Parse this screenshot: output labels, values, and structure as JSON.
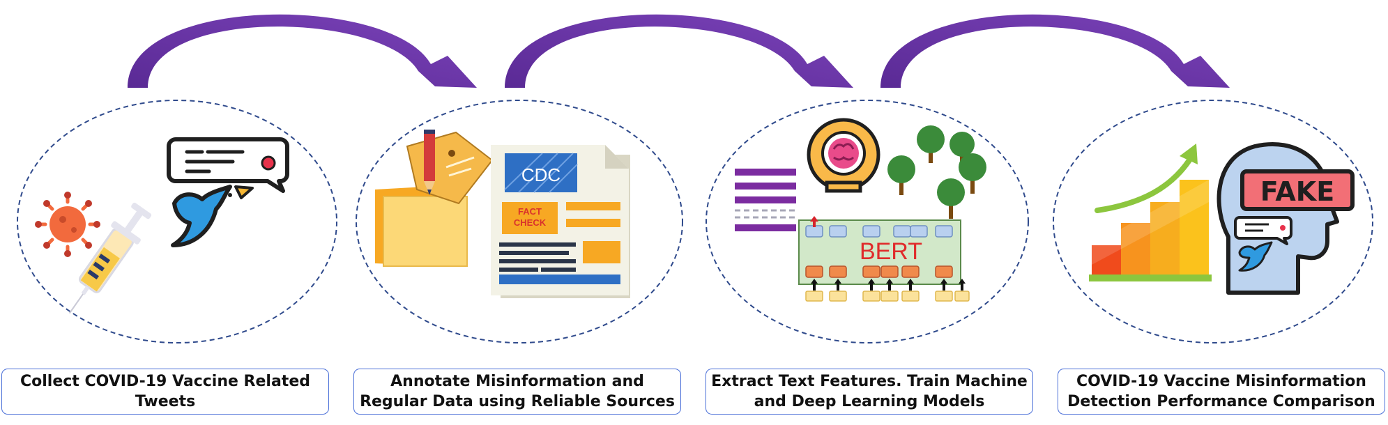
{
  "steps": [
    {
      "line1": "Collect COVID-19 Vaccine Related",
      "line2": "Tweets"
    },
    {
      "line1": "Annotate Misinformation and",
      "line2": "Regular Data using Reliable Sources"
    },
    {
      "line1": "Extract Text Features. Train Machine",
      "line2": "and Deep Learning Models"
    },
    {
      "line1": "COVID-19 Vaccine Misinformation",
      "line2": "Detection Performance Comparison"
    }
  ],
  "labels": {
    "cdc": "CDC",
    "fact": "FACT",
    "check": "CHECK",
    "bert": "BERT",
    "fake": "FAKE"
  },
  "colors": {
    "arrow": "#6a35a8",
    "ellipse_border": "#2f4a8c",
    "box_border": "#4a6fd8",
    "bird": "#2f9ae0"
  },
  "icons": [
    "virus-icon",
    "syringe-icon",
    "bird-icon",
    "chat-bubble-icon",
    "pencil-icon",
    "sticky-notes-icon",
    "newspaper-icon",
    "brain-head-icon",
    "trees-icon",
    "bert-model-icon",
    "bar-growth-icon",
    "fake-head-icon"
  ]
}
